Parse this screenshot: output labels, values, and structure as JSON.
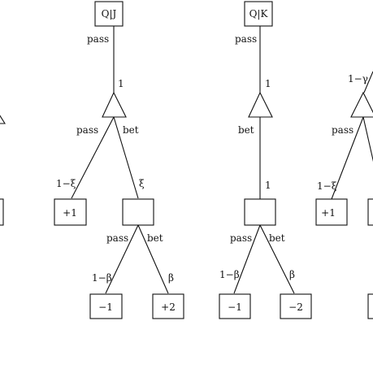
{
  "trees": [
    {
      "root": "Q|J",
      "root_action": "pass",
      "triangle_prob": "1",
      "branches": [
        {
          "action": "pass",
          "prob": "1−ξ",
          "payoff": "+1"
        },
        {
          "action": "bet",
          "prob": "ξ",
          "sub": [
            {
              "action": "pass",
              "prob": "1−β",
              "payoff": "−1"
            },
            {
              "action": "bet",
              "prob": "β",
              "payoff": "+2"
            }
          ]
        }
      ]
    },
    {
      "root": "Q|K",
      "root_action": "pass",
      "triangle_prob": "1",
      "branches": [
        {
          "action": "bet",
          "prob": "1",
          "sub": [
            {
              "action": "pass",
              "prob": "1−β",
              "payoff": "−1"
            },
            {
              "action": "bet",
              "prob": "β",
              "payoff": "−2"
            }
          ]
        }
      ]
    },
    {
      "triangle_prob": "1−γ",
      "branches": [
        {
          "action": "pass",
          "prob": "1−ξ",
          "payoff": "+1"
        }
      ]
    }
  ]
}
